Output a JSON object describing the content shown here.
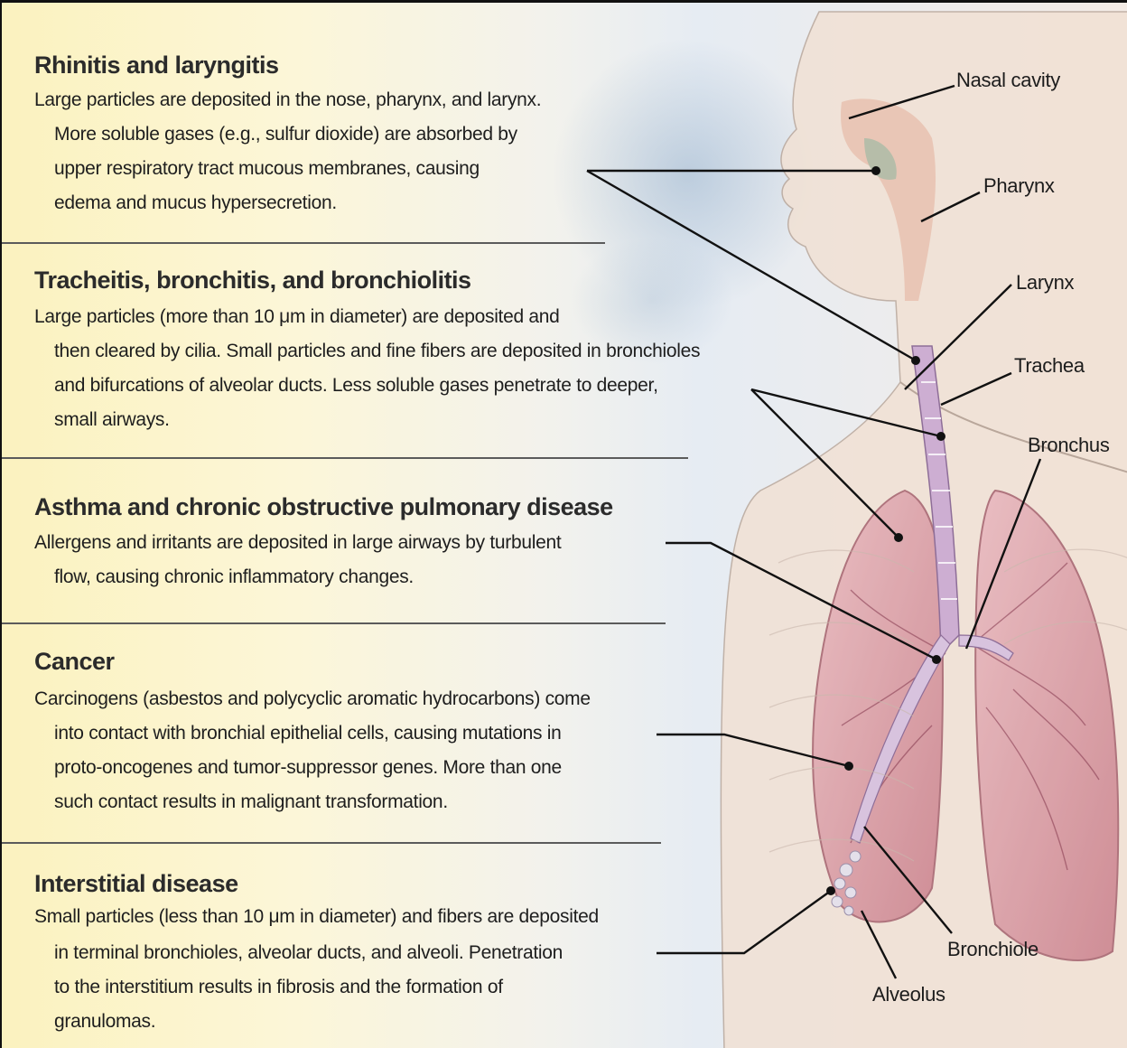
{
  "sections": [
    {
      "title": "Rhinitis and laryngitis",
      "lines": [
        "Large particles are deposited in the nose, pharynx, and larynx.",
        "More soluble gases (e.g., sulfur dioxide) are absorbed by",
        "upper respiratory tract mucous membranes, causing",
        "edema and mucus hypersecretion."
      ]
    },
    {
      "title": "Tracheitis, bronchitis, and bronchiolitis",
      "lines": [
        "Large particles (more than 10 μm in diameter) are deposited and",
        "then cleared by cilia. Small particles and fine fibers are deposited in bronchioles",
        "and bifurcations of alveolar ducts. Less soluble gases penetrate to deeper,",
        "small airways."
      ]
    },
    {
      "title": "Asthma and chronic obstructive pulmonary disease",
      "lines": [
        "Allergens and irritants are deposited in large airways by turbulent",
        "flow, causing chronic inflammatory changes."
      ]
    },
    {
      "title": "Cancer",
      "lines": [
        "Carcinogens (asbestos and polycyclic aromatic hydrocarbons) come",
        "into contact with bronchial epithelial cells, causing mutations in",
        "proto-oncogenes and tumor-suppressor genes. More than one",
        "such contact results in malignant transformation."
      ]
    },
    {
      "title": "Interstitial disease",
      "lines": [
        "Small particles (less than 10 μm in diameter) and fibers are deposited",
        "in terminal bronchioles, alveolar ducts, and alveoli. Penetration",
        "to the interstitium results in fibrosis and the formation of",
        "granulomas."
      ]
    }
  ],
  "anatomy_labels": {
    "nasal_cavity": "Nasal cavity",
    "pharynx": "Pharynx",
    "larynx": "Larynx",
    "trachea": "Trachea",
    "bronchus": "Bronchus",
    "bronchiole": "Bronchiole",
    "alveolus": "Alveolus"
  },
  "colors": {
    "text_panel": "#fbf2bf",
    "lung": "#d99aa3",
    "airway": "#c9a4c6",
    "skin": "#f1e1d4",
    "leader_line": "#111111"
  }
}
